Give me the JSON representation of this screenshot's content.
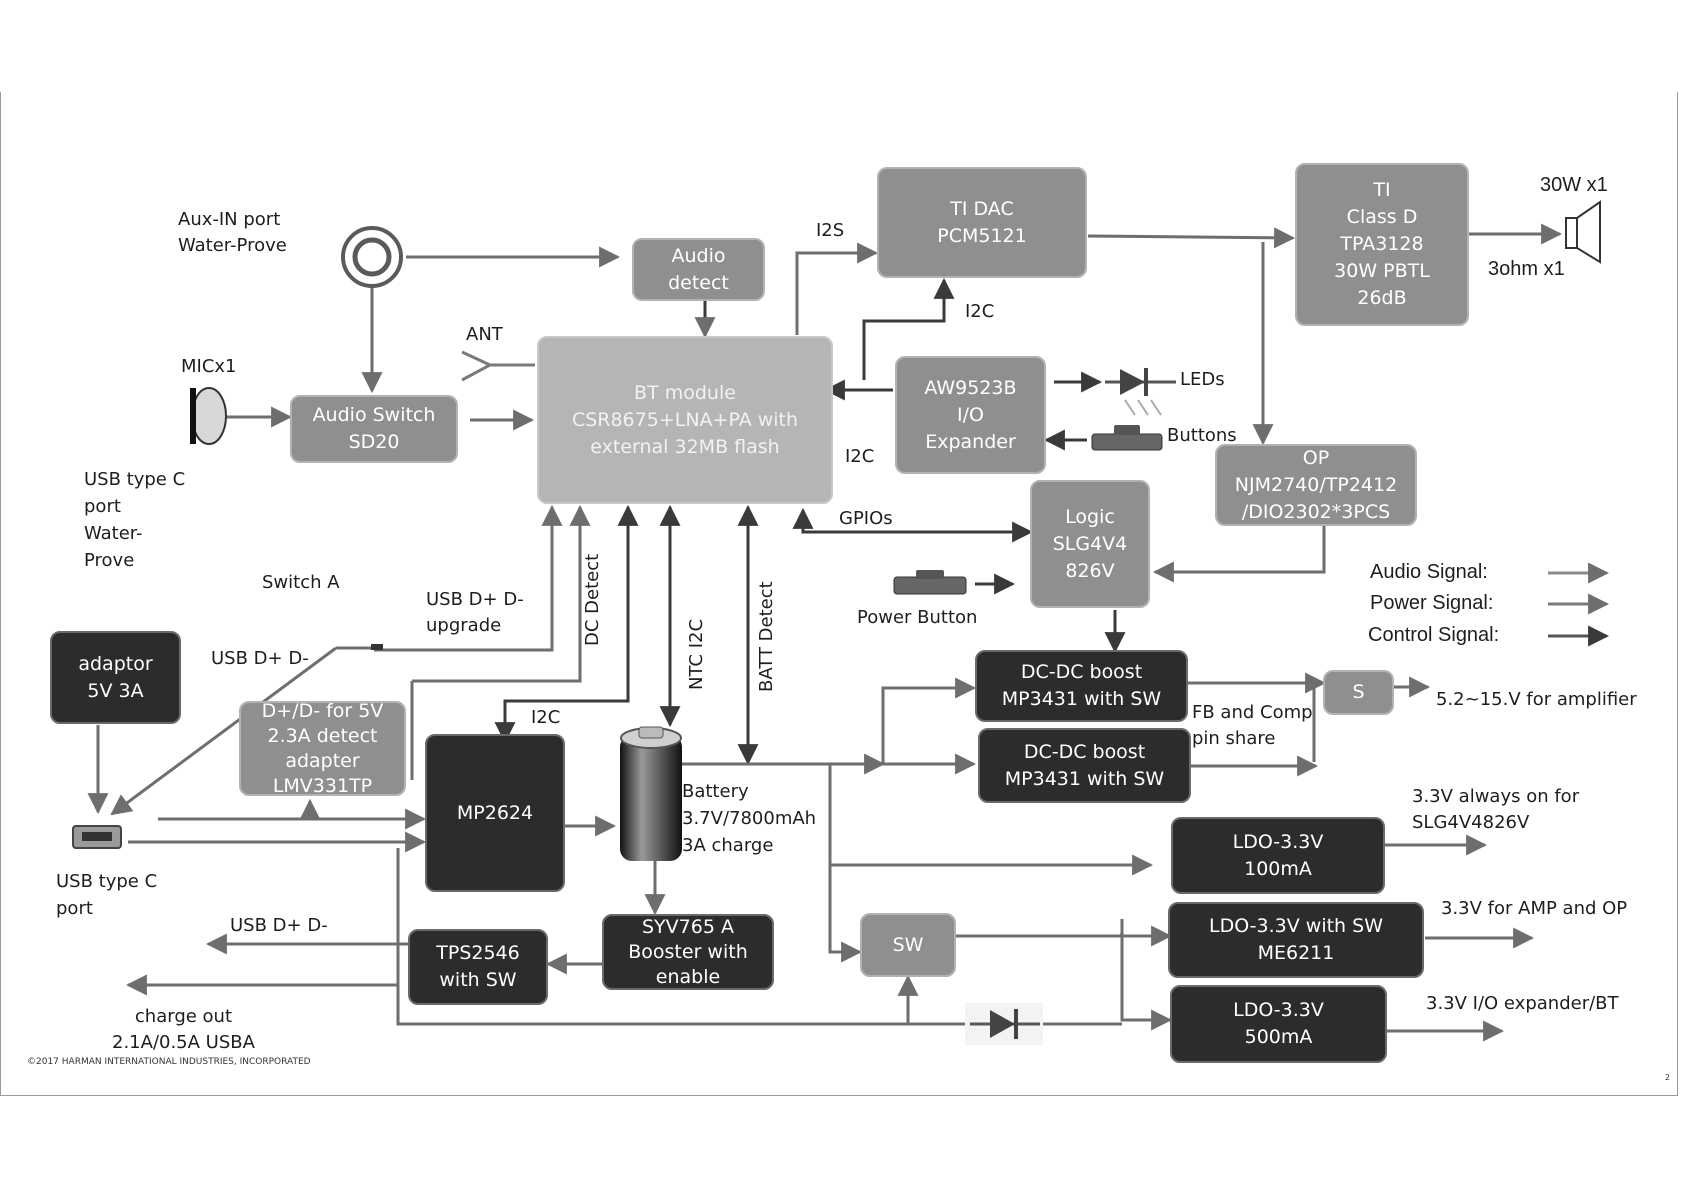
{
  "blocks": {
    "audio_detect": "Audio\ndetect",
    "ti_dac": "TI DAC\nPCM5121",
    "ti_class_d": "TI\nClass D\nTPA3128\n30W   PBTL\n26dB",
    "audio_switch": "Audio  Switch\nSD20",
    "bt_module": "BT module\nCSR8675+LNA+PA  with\nexternal 32MB flash",
    "aw9523b": "AW9523B\nI/O\nExpander",
    "op": "OP\nNJM2740/TP2412\n/DIO2302*3PCS",
    "logic": "Logic\nSLG4V4\n826V",
    "adaptor": "adaptor\n5V 3A",
    "detect": "D+/D- for 5V\n2.3A  detect\nadapter\nLMV331TP",
    "mp2624": "MP2624",
    "dcdc1": "DC-DC boost\nMP3431  with SW",
    "dcdc2": "DC-DC boost\nMP3431 with SW",
    "s_switch": "S",
    "ldo_100": "LDO-3.3V\n100mA",
    "ldo_sw": "LDO-3.3V with SW\nME6211",
    "ldo_500": "LDO-3.3V\n500mA",
    "sw": "SW",
    "syv765": "SYV765 A\nBooster with\nenable",
    "tps2546": "TPS2546\nwith SW"
  },
  "labels": {
    "aux_in": "Aux-IN port\nWater-Prove",
    "mic": "MICx1",
    "ant": "ANT",
    "i2s": "I2S",
    "i2c_dac": "I2C",
    "i2c_bt": "I2C",
    "i2c_mp": "I2C",
    "speaker_power": "30W x1",
    "speaker_ohm": "3ohm x1",
    "leds": "LEDs",
    "buttons": "Buttons",
    "gpios": "GPIOs",
    "power_button": "Power Button",
    "usb_c_top": "USB type C\nport\nWater-\nProve",
    "switch_a": "Switch A",
    "usb_upgrade": "USB  D+ D-\nupgrade",
    "usb_dd_left": "USB  D+ D-",
    "dc_detect": "DC Detect",
    "ntc_i2c": "NTC I2C",
    "batt_detect": "BATT Detect",
    "battery": "Battery\n3.7V/7800mAh\n3A charge",
    "fb_comp": "FB and Comp\npin share",
    "amp_out": "5.2~15.V for amplifier",
    "always_on": "3.3V always on for\nSLG4V4826V",
    "amp_op": "3.3V for AMP  and OP",
    "io_bt": "3.3V I/O expander/BT",
    "usb_c_bottom": "USB type C\nport",
    "usb_dd_bottom": "USB  D+ D-",
    "charge_out": "charge out\n2.1A/0.5A USBA"
  },
  "legend": [
    {
      "label": "Audio Signal:",
      "color": "#8a8a8a"
    },
    {
      "label": "Power Signal:",
      "color": "#7a7a7a"
    },
    {
      "label": "Control Signal:",
      "color": "#555555"
    }
  ],
  "footer": {
    "copyright": "©2017 HARMAN INTERNATIONAL INDUSTRIES, INCORPORATED",
    "page_number": "2"
  },
  "icons": [
    "aux-jack-icon",
    "microphone-icon",
    "antenna-icon",
    "speaker-icon",
    "led-icon",
    "button-icon",
    "power-button-icon",
    "battery-icon",
    "usb-port-icon",
    "diode-icon"
  ]
}
